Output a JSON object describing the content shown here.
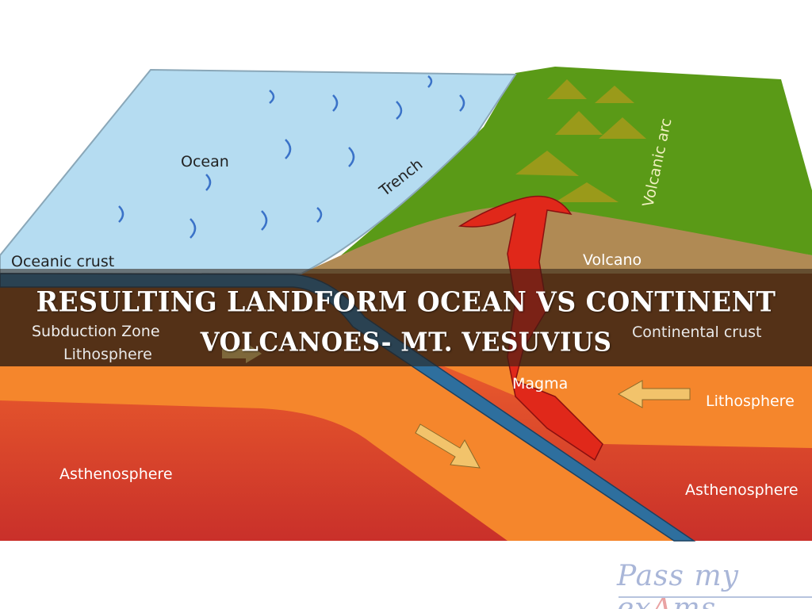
{
  "slide": {
    "title_line1": "RESULTING LANDFORM OCEAN VS CONTINENT",
    "title_line2": "VOLCANOES- MT. VESUVIUS"
  },
  "diagram": {
    "labels": {
      "ocean": "Ocean",
      "trench": "Trench",
      "volcanic_arc": "Volcanic arc",
      "oceanic_crust": "Oceanic crust",
      "volcano": "Volcano",
      "subduction_zone": "Subduction Zone",
      "lithosphere_left": "Lithosphere",
      "continental_crust": "Continental crust",
      "magma": "Magma",
      "lithosphere_right": "Lithosphere",
      "asthenosphere_left": "Asthenosphere",
      "asthenosphere_right": "Asthenosphere"
    },
    "colors": {
      "ocean": "#b5dcf1",
      "land": "#5a9a17",
      "volcano_layer": "#b08a54",
      "crust": "#8b4a1c",
      "lithosphere": "#f5862c",
      "asthenosphere": "#d7452a",
      "slab": "#2e6f9e",
      "magma": "#e0281a"
    }
  },
  "logo": {
    "text_before": "Pass my ex",
    "text_a": "A",
    "text_after": "ms"
  }
}
